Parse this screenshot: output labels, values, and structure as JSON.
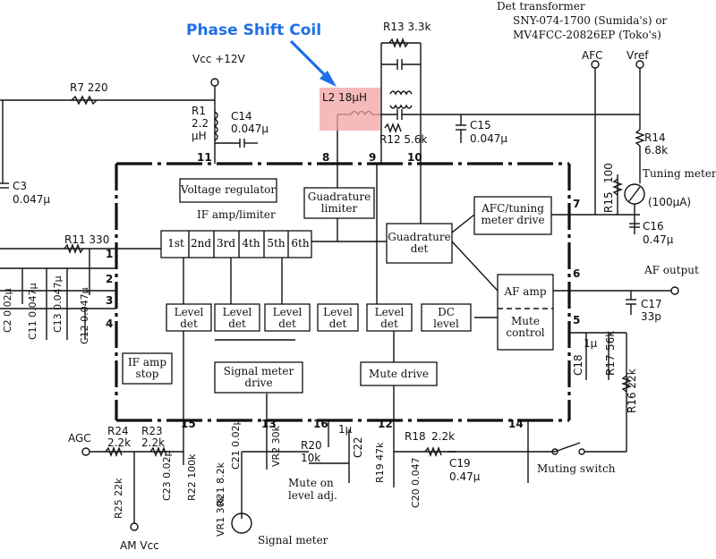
{
  "callout": {
    "text": "Phase Shift Coil",
    "color": "#1f6fe6",
    "highlight": "#f2a3a3"
  },
  "det_transformer": {
    "title": "Det transformer",
    "line1": "SNY-074-1700 (Sumida's) or",
    "line2": "MV4FCC-20826EP (Toko's)"
  },
  "supply": {
    "vcc": "Vcc +12V",
    "afc": "AFC",
    "vref": "Vref"
  },
  "components": {
    "R13": "R13 3.3k",
    "L2": "L2 18μH",
    "R12": "R12 5.6k",
    "R7": "R7 220",
    "R1": "R1",
    "R1_val": "2.2",
    "R1_unit": "μH",
    "C14": "C14",
    "C14_val": "0.047μ",
    "C15": "C15",
    "C15_val": "0.047μ",
    "C3": "C3",
    "C3_val": "0.047μ",
    "R14": "R14",
    "R14_val": "6.8k",
    "R15": "R15",
    "R15_val": "100",
    "C16": "C16",
    "C16_val": "0.47μ",
    "C17": "C17",
    "C17_val": "33p",
    "R11": "R11 330",
    "C11": "C11 0.047μ",
    "C13": "C13 0.047μ",
    "C12": "C12 0.047μ",
    "C2": "C2 0.02μ",
    "C18": "C18",
    "C18_val": "1μ",
    "R17": "R17",
    "R17_val": "56k",
    "R16": "R16 22k",
    "R24": "R24",
    "R24_val": "2.2k",
    "R23": "R23",
    "R23_val": "2.2k",
    "C23": "C23 0.02μ",
    "R22": "R22 100k",
    "C21": "C21 0.02μ",
    "VR2": "VR2 30k",
    "R20": "R20",
    "R20_val": "10k",
    "C22_val": "1μ",
    "C22": "C22",
    "R18": "R18",
    "R18_val": "2.2k",
    "R19": "R19 47k",
    "C20": "C20 0.047",
    "C19": "C19",
    "C19_val": "0.47μ",
    "R21": "R21 8.2k",
    "VR1": "VR1 30k",
    "R25": "R25 22k"
  },
  "blocks": {
    "voltage_regulator": "Voltage regulator",
    "quadrature_limiter": [
      "Guadrature",
      "limiter"
    ],
    "if_amp_limiter": "IF amp/limiter",
    "stages": [
      "1st",
      "2nd",
      "3rd",
      "4th",
      "5th",
      "6th"
    ],
    "quadrature_det": [
      "Guadrature",
      "det"
    ],
    "afc_drive": [
      "AFC/tuning",
      "meter drive"
    ],
    "af_amp": "AF amp",
    "mute_control": [
      "Mute",
      "control"
    ],
    "level_det": [
      "Level",
      "det"
    ],
    "dc_level": [
      "DC",
      "level"
    ],
    "if_amp_stop": [
      "IF amp",
      "stop"
    ],
    "signal_meter_drive": [
      "Signal meter",
      "drive"
    ],
    "mute_drive": "Mute drive"
  },
  "pins": [
    "1",
    "2",
    "3",
    "4",
    "5",
    "6",
    "7",
    "8",
    "9",
    "10",
    "11",
    "12",
    "13",
    "14",
    "15",
    "16"
  ],
  "labels": {
    "tuning_meter": "Tuning meter",
    "meter_current": "(100μA)",
    "af_output": "AF output",
    "agc": "AGC",
    "am_vcc": "AM Vcc",
    "mute_on": [
      "Mute on",
      "level adj."
    ],
    "signal_meter": "Signal meter",
    "muting_switch": "Muting switch"
  }
}
